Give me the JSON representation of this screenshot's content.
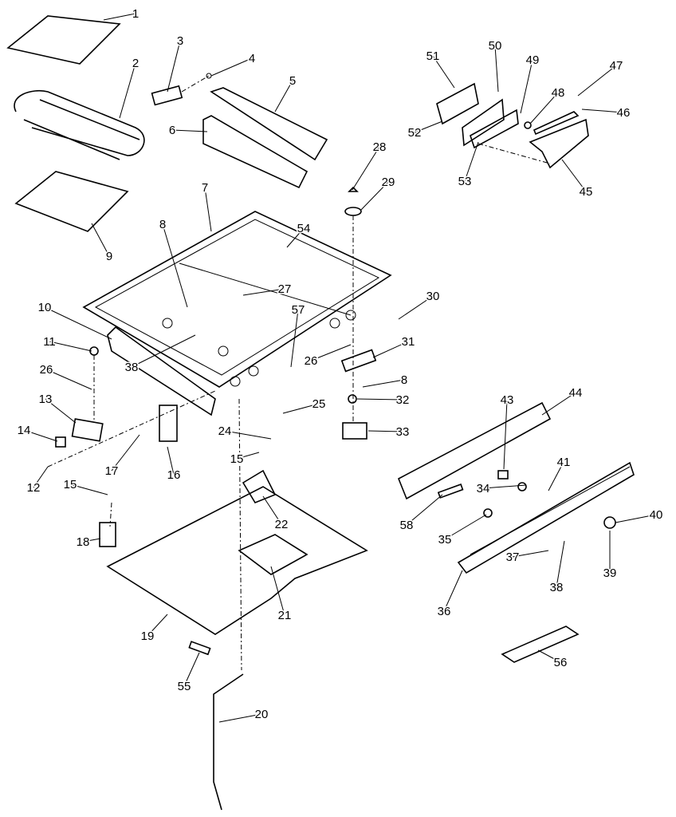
{
  "diagram": {
    "callouts": [
      "1",
      "2",
      "3",
      "4",
      "5",
      "6",
      "7",
      "8",
      "9",
      "10",
      "11",
      "26",
      "13",
      "14",
      "12",
      "15",
      "18",
      "19",
      "20",
      "55",
      "21",
      "22",
      "16",
      "17",
      "24",
      "25",
      "15",
      "38",
      "57",
      "27",
      "54",
      "28",
      "29",
      "30",
      "26",
      "31",
      "8",
      "32",
      "33",
      "51",
      "50",
      "49",
      "48",
      "47",
      "46",
      "52",
      "53",
      "45",
      "44",
      "43",
      "41",
      "40",
      "34",
      "58",
      "35",
      "36",
      "37",
      "38",
      "39",
      "56"
    ],
    "line_color": "#000000",
    "background": "#ffffff"
  }
}
